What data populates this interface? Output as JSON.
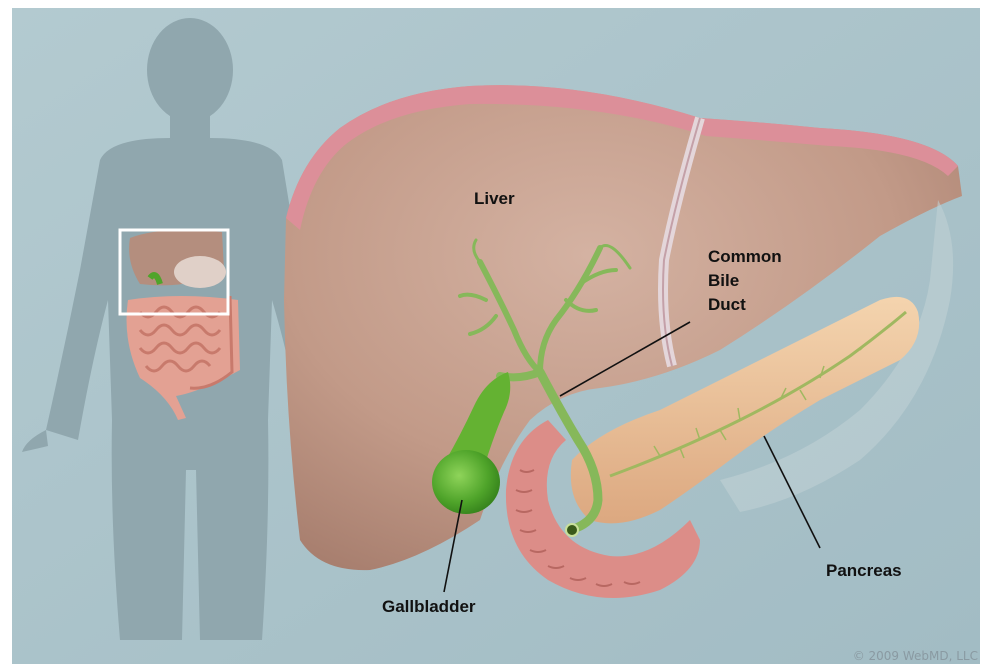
{
  "labels": {
    "liver": "Liver",
    "common_bile_duct": [
      "Common",
      "Bile",
      "Duct"
    ],
    "gallbladder": "Gallbladder",
    "pancreas": "Pancreas"
  },
  "copyright": "© 2009 WebMD, LLC",
  "colors": {
    "background": "#a9c2c9",
    "silhouette": "#8fa6ad",
    "liver": "#c49e8c",
    "liver_capsule": "#d98e98",
    "gallbladder": "#55a82a",
    "bile_duct": "#86b85a",
    "pancreas": "#ecc49c",
    "duodenum": "#d98a86",
    "inset_frame": "#ffffff"
  }
}
